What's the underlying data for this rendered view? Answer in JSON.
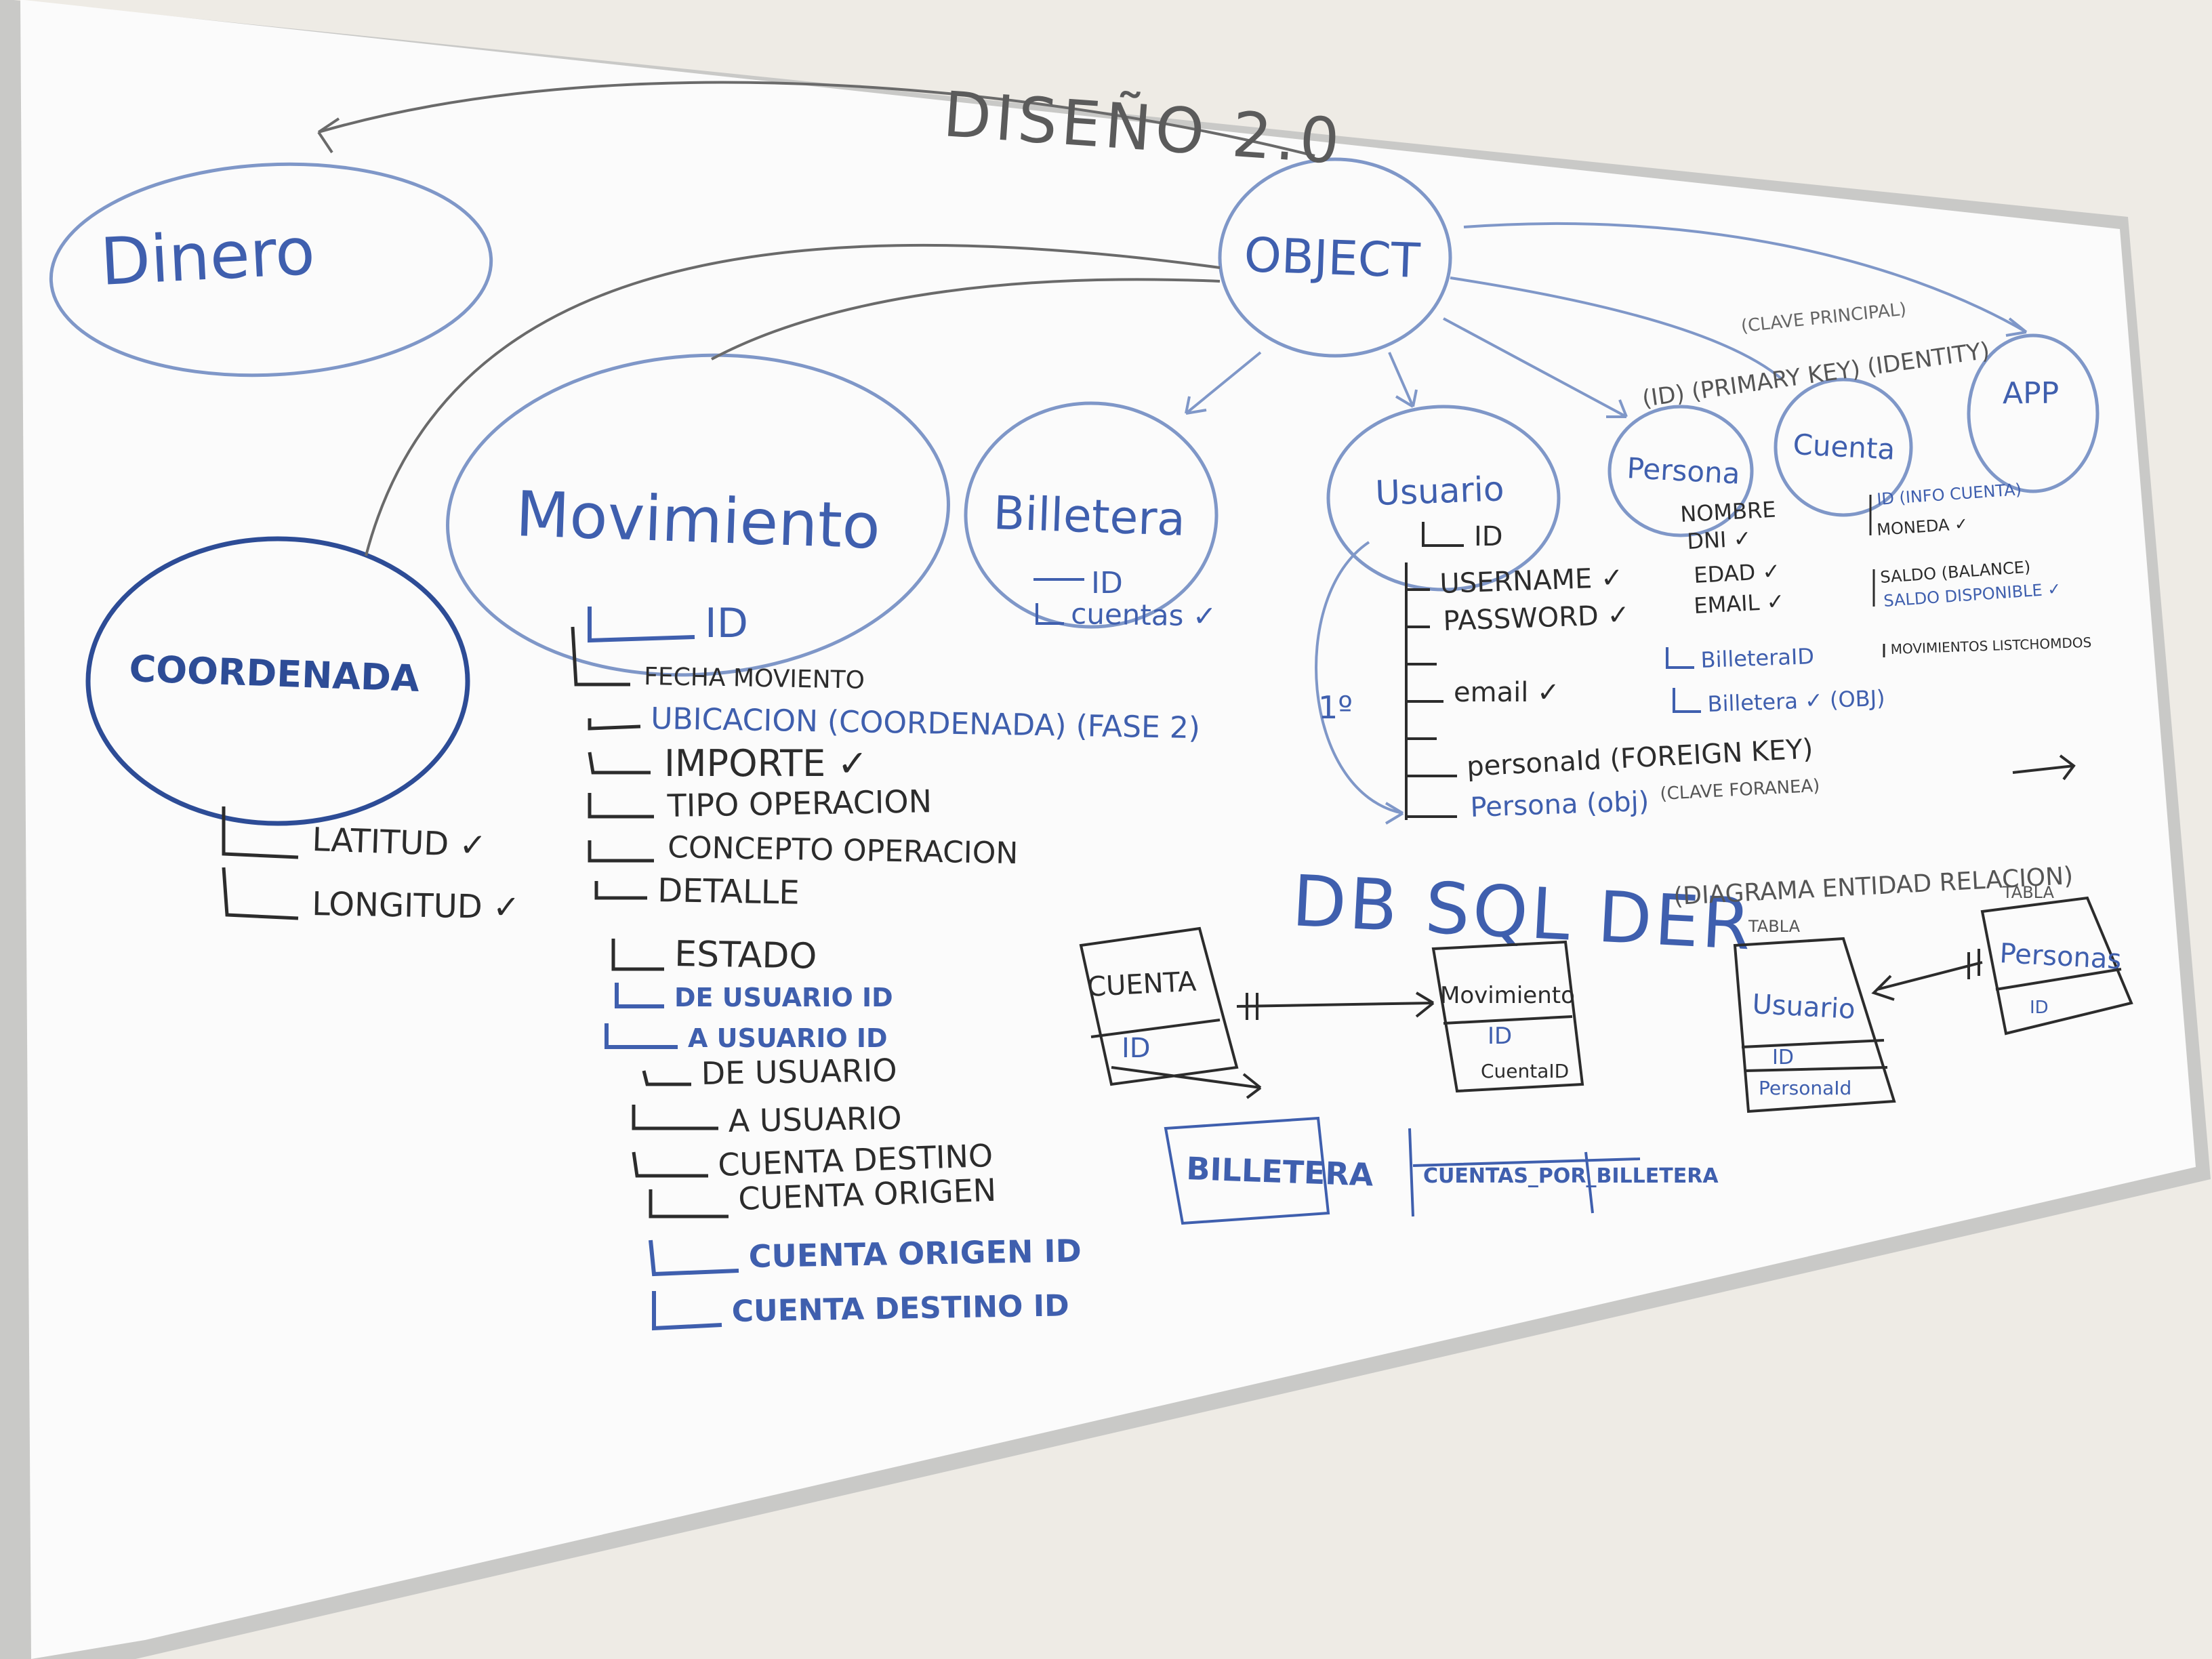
{
  "title": "DISEÑO 2.0",
  "colors": {
    "blue_marker": "#3f5fae",
    "black_marker": "#2c2c2c",
    "grey_marker": "#5a5a5a",
    "board": "#fbfbfb",
    "wall": "#efece6"
  },
  "nodes": {
    "dinero": "Dinero",
    "object": "OBJECT",
    "movimiento": "Movimiento",
    "billetera": "Billetera",
    "usuario": "Usuario",
    "persona": "Persona",
    "cuenta": "Cuenta",
    "app": "APP",
    "coordenada": "COORDENADA"
  },
  "annotations": {
    "clave_principal": "(CLAVE PRINCIPAL)",
    "primary_key": "(ID) (PRIMARY KEY) (IDENTITY)",
    "first_mark": "1º"
  },
  "coordenada_fields": [
    "LATITUD ✓",
    "LONGITUD ✓"
  ],
  "movimiento_fields": [
    "ID",
    "FECHA MOVIENTO",
    "UBICACION (COORDENADA) (FASE 2)",
    "IMPORTE ✓",
    "TIPO OPERACION",
    "CONCEPTO OPERACION",
    "DETALLE",
    "ESTADO",
    "DE USUARIO ID",
    "A USUARIO ID",
    "DE USUARIO",
    "A USUARIO",
    "CUENTA DESTINO",
    "CUENTA ORIGEN",
    "CUENTA ORIGEN ID",
    "CUENTA DESTINO ID"
  ],
  "billetera_fields": [
    "ID",
    "cuentas ✓"
  ],
  "usuario_fields": [
    "ID",
    "USERNAME ✓",
    "PASSWORD ✓",
    "",
    "email ✓",
    "",
    "personaId (FOREIGN KEY)",
    "Persona (obj)"
  ],
  "usuario_notes": {
    "clave_foranea": "(CLAVE FORANEA)"
  },
  "persona_fields": [
    "NOMBRE",
    "DNI ✓",
    "EDAD ✓",
    "EMAIL ✓",
    "BilleteraID",
    "Billetera ✓ (OBJ)"
  ],
  "cuenta_fields": [
    "ID (INFO CUENTA)",
    "MONEDA ✓",
    "SALDO (BALANCE)",
    "SALDO DISPONIBLE ✓",
    "MOVIMIENTOS LISTCHOMDOS"
  ],
  "db": {
    "title": "DB SQL DER",
    "subtitle": "(DIAGRAMA ENTIDAD RELACION)",
    "tabla_label_1": "TABLA",
    "tabla_label_2": "TABLA",
    "tables": {
      "cuenta": {
        "name": "CUENTA",
        "field": "ID"
      },
      "movimiento": {
        "name": "Movimiento",
        "fields": [
          "ID",
          "CuentaID"
        ]
      },
      "usuario": {
        "name": "Usuario",
        "fields": [
          "ID",
          "PersonaId"
        ]
      },
      "personas": {
        "name": "Personas",
        "field": "ID"
      },
      "billetera": {
        "name": "BILLETERA"
      },
      "cuentas_por_billetera": {
        "name": "CUENTAS_POR_BILLETERA"
      }
    }
  }
}
